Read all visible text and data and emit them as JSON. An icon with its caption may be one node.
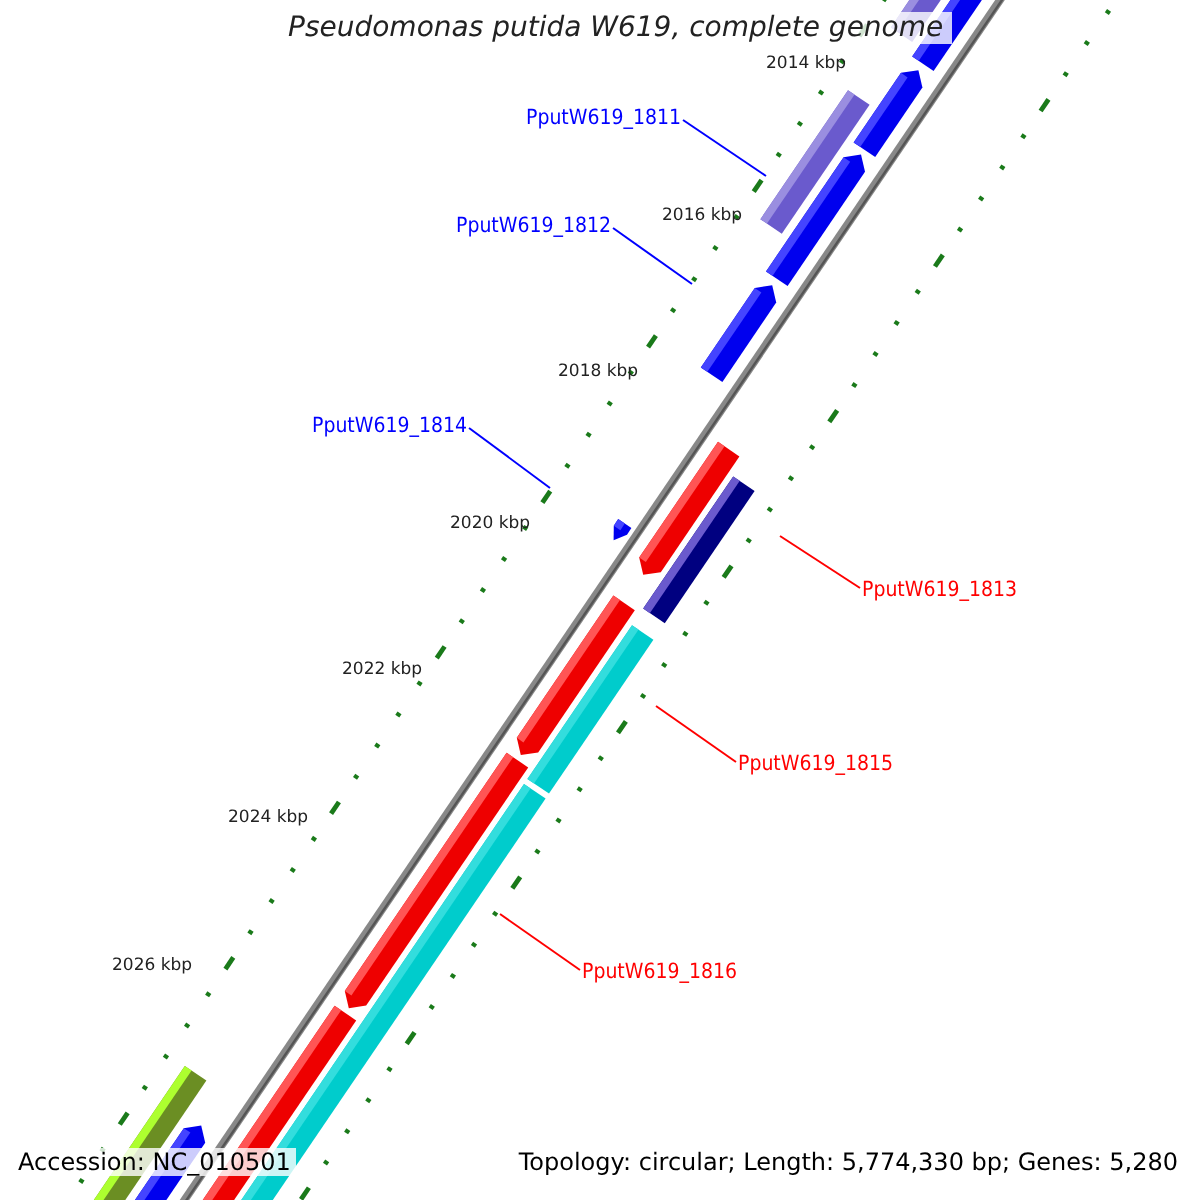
{
  "diagram": {
    "title": "Pseudomonas putida W619, complete genome",
    "nodes": [
      {
        "text": [
          "PputW619_1811"
        ]
      },
      {
        "text": [
          "PputW619_1812"
        ]
      },
      {
        "text": [
          "PputW619_1814"
        ]
      },
      {
        "text": [
          "PputW619_1813"
        ]
      },
      {
        "text": [
          "PputW619_1815"
        ]
      },
      {
        "text": [
          "PputW619_1816"
        ]
      }
    ],
    "edges": [
      {
        "from": 0,
        "to": null,
        "arrow": "none"
      },
      {
        "from": 1,
        "to": null,
        "arrow": "none"
      },
      {
        "from": 2,
        "to": null,
        "arrow": "none"
      },
      {
        "from": 3,
        "to": null,
        "arrow": "none",
        "color": "#ff0000"
      },
      {
        "from": 4,
        "to": null,
        "arrow": "none",
        "color": "#ff0000"
      },
      {
        "from": 5,
        "to": null,
        "arrow": "none",
        "color": "#ff0000"
      }
    ],
    "labels": [
      "2014 kbp",
      "2016 kbp",
      "2018 kbp",
      "2020 kbp",
      "2022 kbp",
      "2024 kbp",
      "2026 kbp",
      "Accession: NC_010501",
      "Topology: circular; Length: 5,774,330 bp; Genes: 5,280"
    ]
  }
}
